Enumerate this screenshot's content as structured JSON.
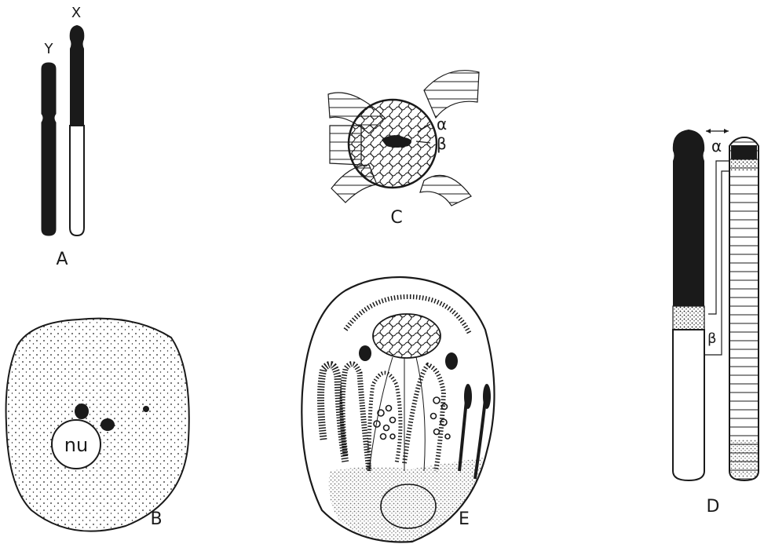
{
  "panels": {
    "A": {
      "label": "A",
      "chromosome_y": "Y",
      "chromosome_x": "X"
    },
    "B": {
      "label": "B",
      "nucleolus": "nu"
    },
    "C": {
      "label": "C",
      "alpha": "α",
      "beta": "β"
    },
    "D": {
      "label": "D",
      "alpha": "α",
      "beta": "β"
    },
    "E": {
      "label": "E"
    }
  },
  "colors": {
    "ink": "#1a1a1a",
    "paper": "#ffffff"
  }
}
